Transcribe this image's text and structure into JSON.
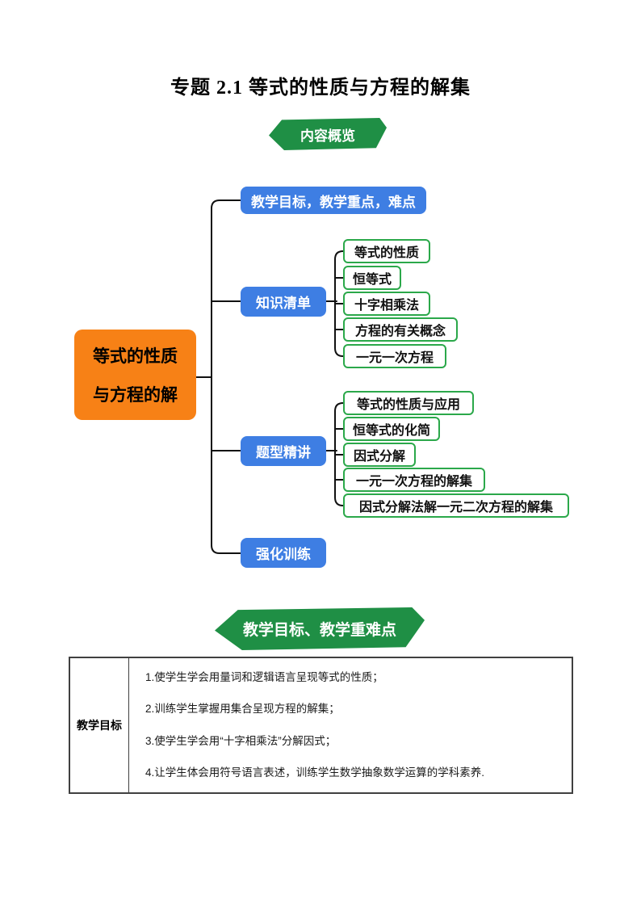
{
  "page": {
    "title": "专题 2.1 等式的性质与方程的解集"
  },
  "banners": {
    "overview": "内容概览",
    "objectives": "教学目标、教学重难点"
  },
  "mindmap": {
    "root": {
      "line1": "等式的性质",
      "line2": "与方程的解"
    },
    "branches": [
      {
        "label": "教学目标，教学重点，难点",
        "children": []
      },
      {
        "label": "知识清单",
        "children": [
          "等式的性质",
          "恒等式",
          "十字相乘法",
          "方程的有关概念",
          "一元一次方程"
        ]
      },
      {
        "label": "题型精讲",
        "children": [
          "等式的性质与应用",
          "恒等式的化简",
          "因式分解",
          "一元一次方程的解集",
          "因式分解法解一元二次方程的解集"
        ]
      },
      {
        "label": "强化训练",
        "children": []
      }
    ]
  },
  "table": {
    "row_label": "教学目标",
    "items": [
      "1.使学生学会用量词和逻辑语言呈现等式的性质；",
      "2.训练学生掌握用集合呈现方程的解集；",
      "3.使学生学会用“十字相乘法”分解因式；",
      "4.让学生体会用符号语言表述，训练学生数学抽象数学运算的学科素养."
    ]
  },
  "colors": {
    "node_blue": "#3E7EE3",
    "root_orange": "#F78116",
    "banner_green": "#1F8F45",
    "leaf_border_green": "#2BA84A",
    "connector_line": "#111111",
    "table_border": "#404040"
  }
}
